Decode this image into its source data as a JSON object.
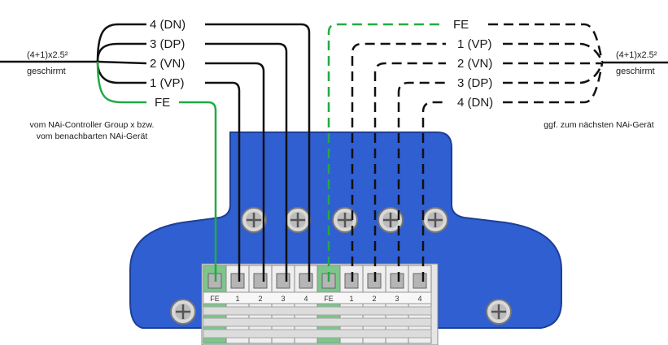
{
  "left_cable": {
    "spec": "(4+1)x2.5²",
    "note": "geschirmt",
    "wires": [
      "4 (DN)",
      "3 (DP)",
      "2 (VN)",
      "1 (VP)",
      "FE"
    ],
    "source_line1": "vom NAi-Controller Group x bzw.",
    "source_line2": "vom benachbarten NAi-Gerät"
  },
  "right_cable": {
    "spec": "(4+1)x2.5²",
    "note": "geschirmt",
    "wires": [
      "FE",
      "1 (VP)",
      "2 (VN)",
      "3 (DP)",
      "4 (DN)"
    ],
    "destination": "ggf. zum nächsten NAi-Gerät"
  },
  "terminal_labels": [
    "FE",
    "1",
    "2",
    "3",
    "4",
    "FE",
    "1",
    "2",
    "3",
    "4"
  ],
  "colors": {
    "plate": "#2f5fd0",
    "wire": "#111111",
    "fe_wire": "#22aa44",
    "fe_terminal": "#7cc68a"
  }
}
